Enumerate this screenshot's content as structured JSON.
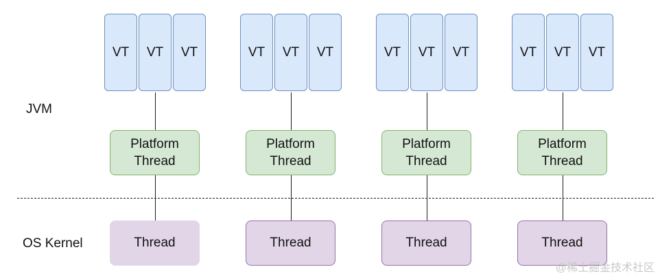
{
  "layers": {
    "jvm_label": "JVM",
    "os_label": "OS Kernel"
  },
  "columns": [
    {
      "virtual_threads": [
        "VT",
        "VT",
        "VT"
      ],
      "platform_thread": {
        "line1": "Platform",
        "line2": "Thread"
      },
      "os_thread": "Thread"
    },
    {
      "virtual_threads": [
        "VT",
        "VT",
        "VT"
      ],
      "platform_thread": {
        "line1": "Platform",
        "line2": "Thread"
      },
      "os_thread": "Thread"
    },
    {
      "virtual_threads": [
        "VT",
        "VT",
        "VT"
      ],
      "platform_thread": {
        "line1": "Platform",
        "line2": "Thread"
      },
      "os_thread": "Thread"
    },
    {
      "virtual_threads": [
        "VT",
        "VT",
        "VT"
      ],
      "platform_thread": {
        "line1": "Platform",
        "line2": "Thread"
      },
      "os_thread": "Thread"
    }
  ],
  "watermark": "@稀土掘金技术社区",
  "colors": {
    "vt_fill": "#dae8fc",
    "vt_stroke": "#6c8ebf",
    "platform_fill": "#d5e8d4",
    "platform_stroke": "#82b366",
    "os_fill": "#e1d5e7",
    "os_stroke": "#9673a6"
  }
}
